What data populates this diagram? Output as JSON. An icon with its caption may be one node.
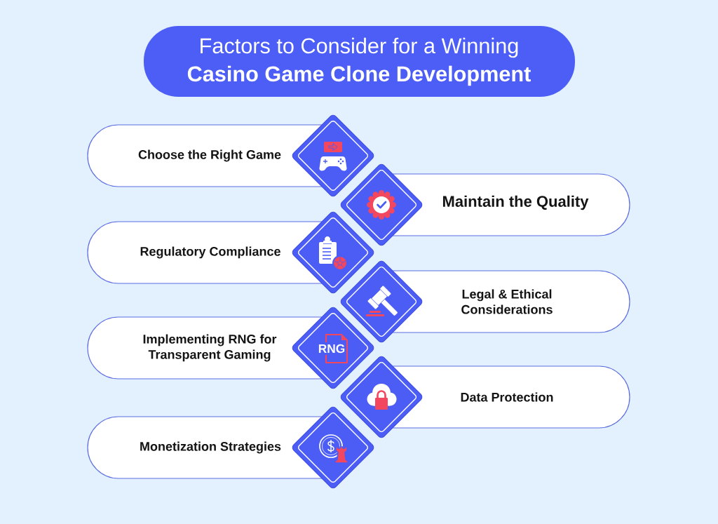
{
  "diagram": {
    "title": "Factors to Consider for a Winning **Casino Game Clone Development**",
    "nodes": [
      {
        "text": [
          "Choose the Right Game"
        ]
      },
      {
        "text": [
          "Maintain the Quality"
        ]
      },
      {
        "text": [
          "Regulatory Compliance"
        ]
      },
      {
        "text": [
          "Legal & Ethical Considerations"
        ]
      },
      {
        "text": [
          "Implementing RNG for Transparent Gaming"
        ]
      },
      {
        "text": [
          "Data Protection"
        ]
      },
      {
        "text": [
          "Monetization Strategies"
        ]
      }
    ],
    "labels": [
      "RNG"
    ]
  }
}
